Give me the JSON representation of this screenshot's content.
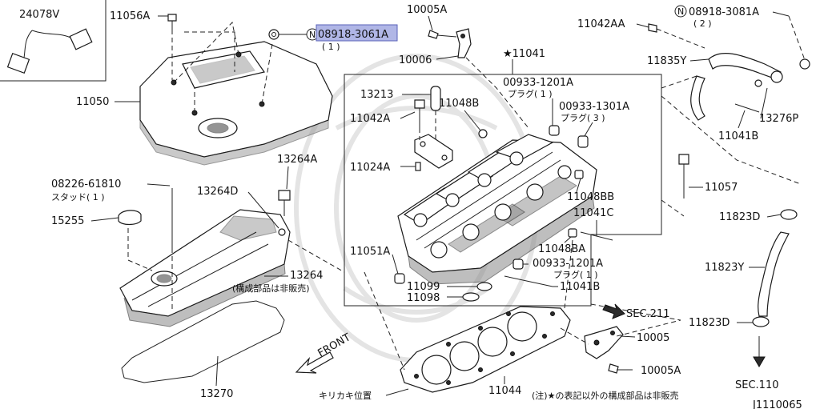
{
  "colors": {
    "highlight": "#b0b6e6",
    "ink": "#111111"
  },
  "labels": {
    "p24078V": "24078V",
    "p11056A": "11056A",
    "p08918_3061A": "08918-3061A",
    "p08918_3061A_qty": "( 1 )",
    "p10005A_top": "10005A",
    "p11042AA": "11042AA",
    "p08918_3081A": "08918-3081A",
    "p08918_3081A_qty": "( 2 )",
    "p10006": "10006",
    "p11041": "★11041",
    "p11835Y": "11835Y",
    "p11050": "11050",
    "p00933_1201A_top": "00933-1201A",
    "p00933_1201A_top_sub": "プラグ( 1 )",
    "p13213": "13213",
    "p11048B": "11048B",
    "p00933_1301A": "00933-1301A",
    "p00933_1301A_sub": "プラグ( 3 )",
    "p13276P": "13276P",
    "p11042A": "11042A",
    "p11041B_right": "11041B",
    "p13264A": "13264A",
    "p08226_61810": "08226-61810",
    "p08226_61810_sub": "スタッド( 1 )",
    "p11024A": "11024A",
    "p11057": "11057",
    "p13264D": "13264D",
    "p11048BB": "11048BB",
    "p15255": "15255",
    "p11041C": "11041C",
    "p11823D_top": "11823D",
    "p11048BA": "11048BA",
    "p11051A": "11051A",
    "p13264": "13264",
    "p13264_sub": "(構成部品は非販売)",
    "p00933_1201A_bot": "00933-1201A",
    "p00933_1201A_bot_sub": "プラグ( 1 )",
    "p11823Y": "11823Y",
    "p11041B_bot": "11041B",
    "p11099": "11099",
    "p11098": "11098",
    "sec211": "SEC.211",
    "p11823D_bot": "11823D",
    "p10005": "10005",
    "front": "FRONT",
    "p10005A_bot": "10005A",
    "p13270": "13270",
    "p11044": "11044",
    "sec110": "SEC.110",
    "kirikaki": "キリカキ位置",
    "note": "(注)★の表記以外の構成部品は非販売",
    "diagram_id": "J1110065"
  }
}
